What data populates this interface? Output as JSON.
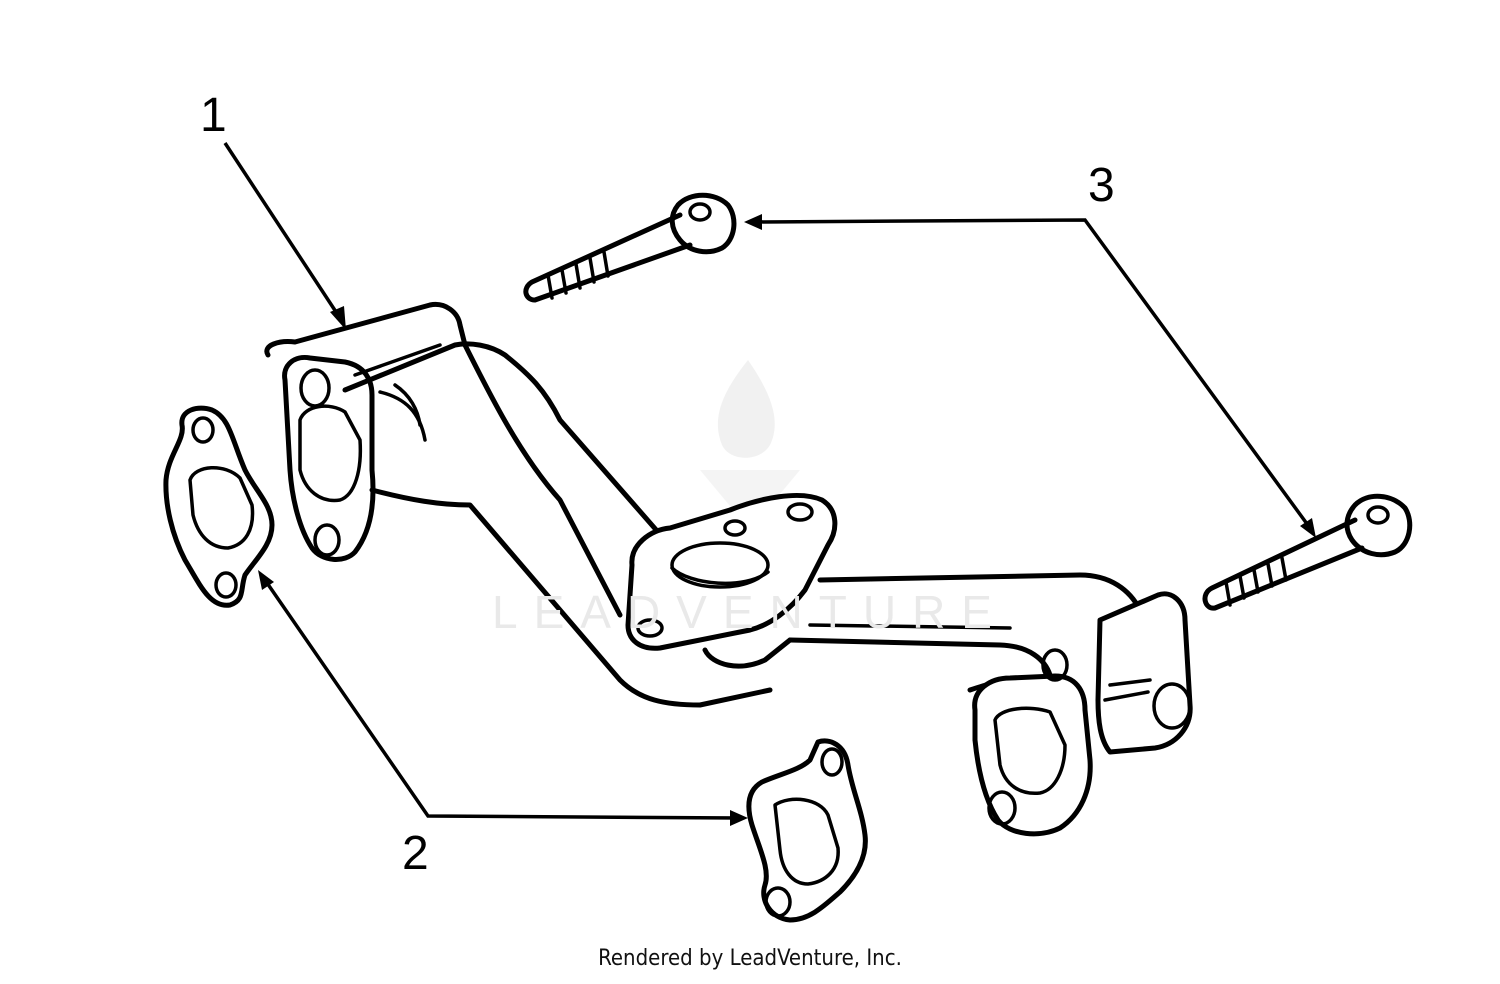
{
  "callouts": {
    "one": "1",
    "two": "2",
    "three": "3"
  },
  "watermark": {
    "text": "LEADVENTURE"
  },
  "footer": {
    "text": "Rendered by LeadVenture, Inc."
  },
  "colors": {
    "ink": "#000000",
    "watermark": "#e9e9e9",
    "background": "#ffffff"
  }
}
